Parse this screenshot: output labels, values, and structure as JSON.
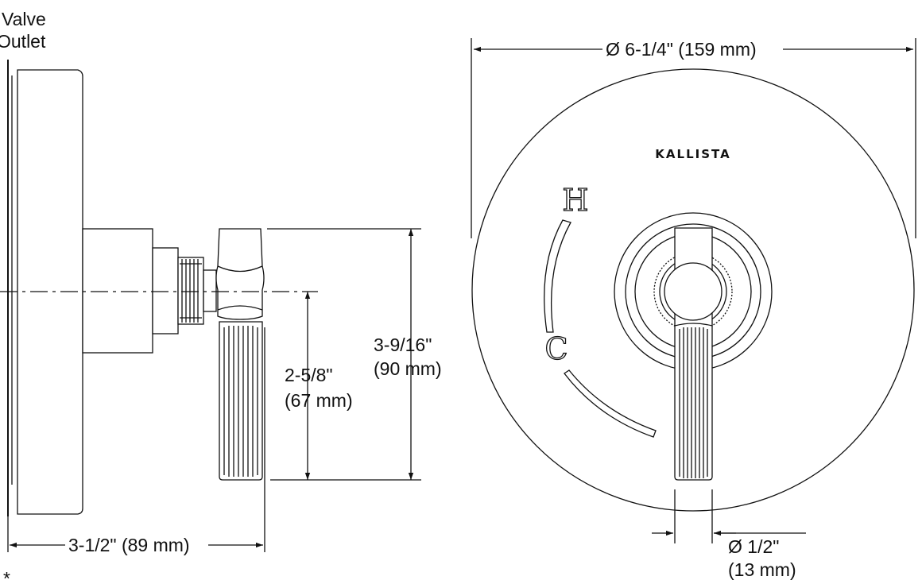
{
  "side_view": {
    "label_valve": "Valve",
    "label_outlet": "Outlet",
    "dim_depth": "3-1/2\" (89 mm)",
    "dim_axis_line1": "2-5/8\"",
    "dim_axis_line2": "(67 mm)",
    "dim_handle_line1": "3-9/16\"",
    "dim_handle_line2": "(90 mm)",
    "footnote": "*"
  },
  "front_view": {
    "dim_diameter": "Ø 6-1/4\" (159 mm)",
    "brand": "KALLISTA",
    "hot_mark": "H",
    "cold_mark": "C",
    "dim_handle_line1": "Ø 1/2\"",
    "dim_handle_line2": "(13 mm)"
  }
}
